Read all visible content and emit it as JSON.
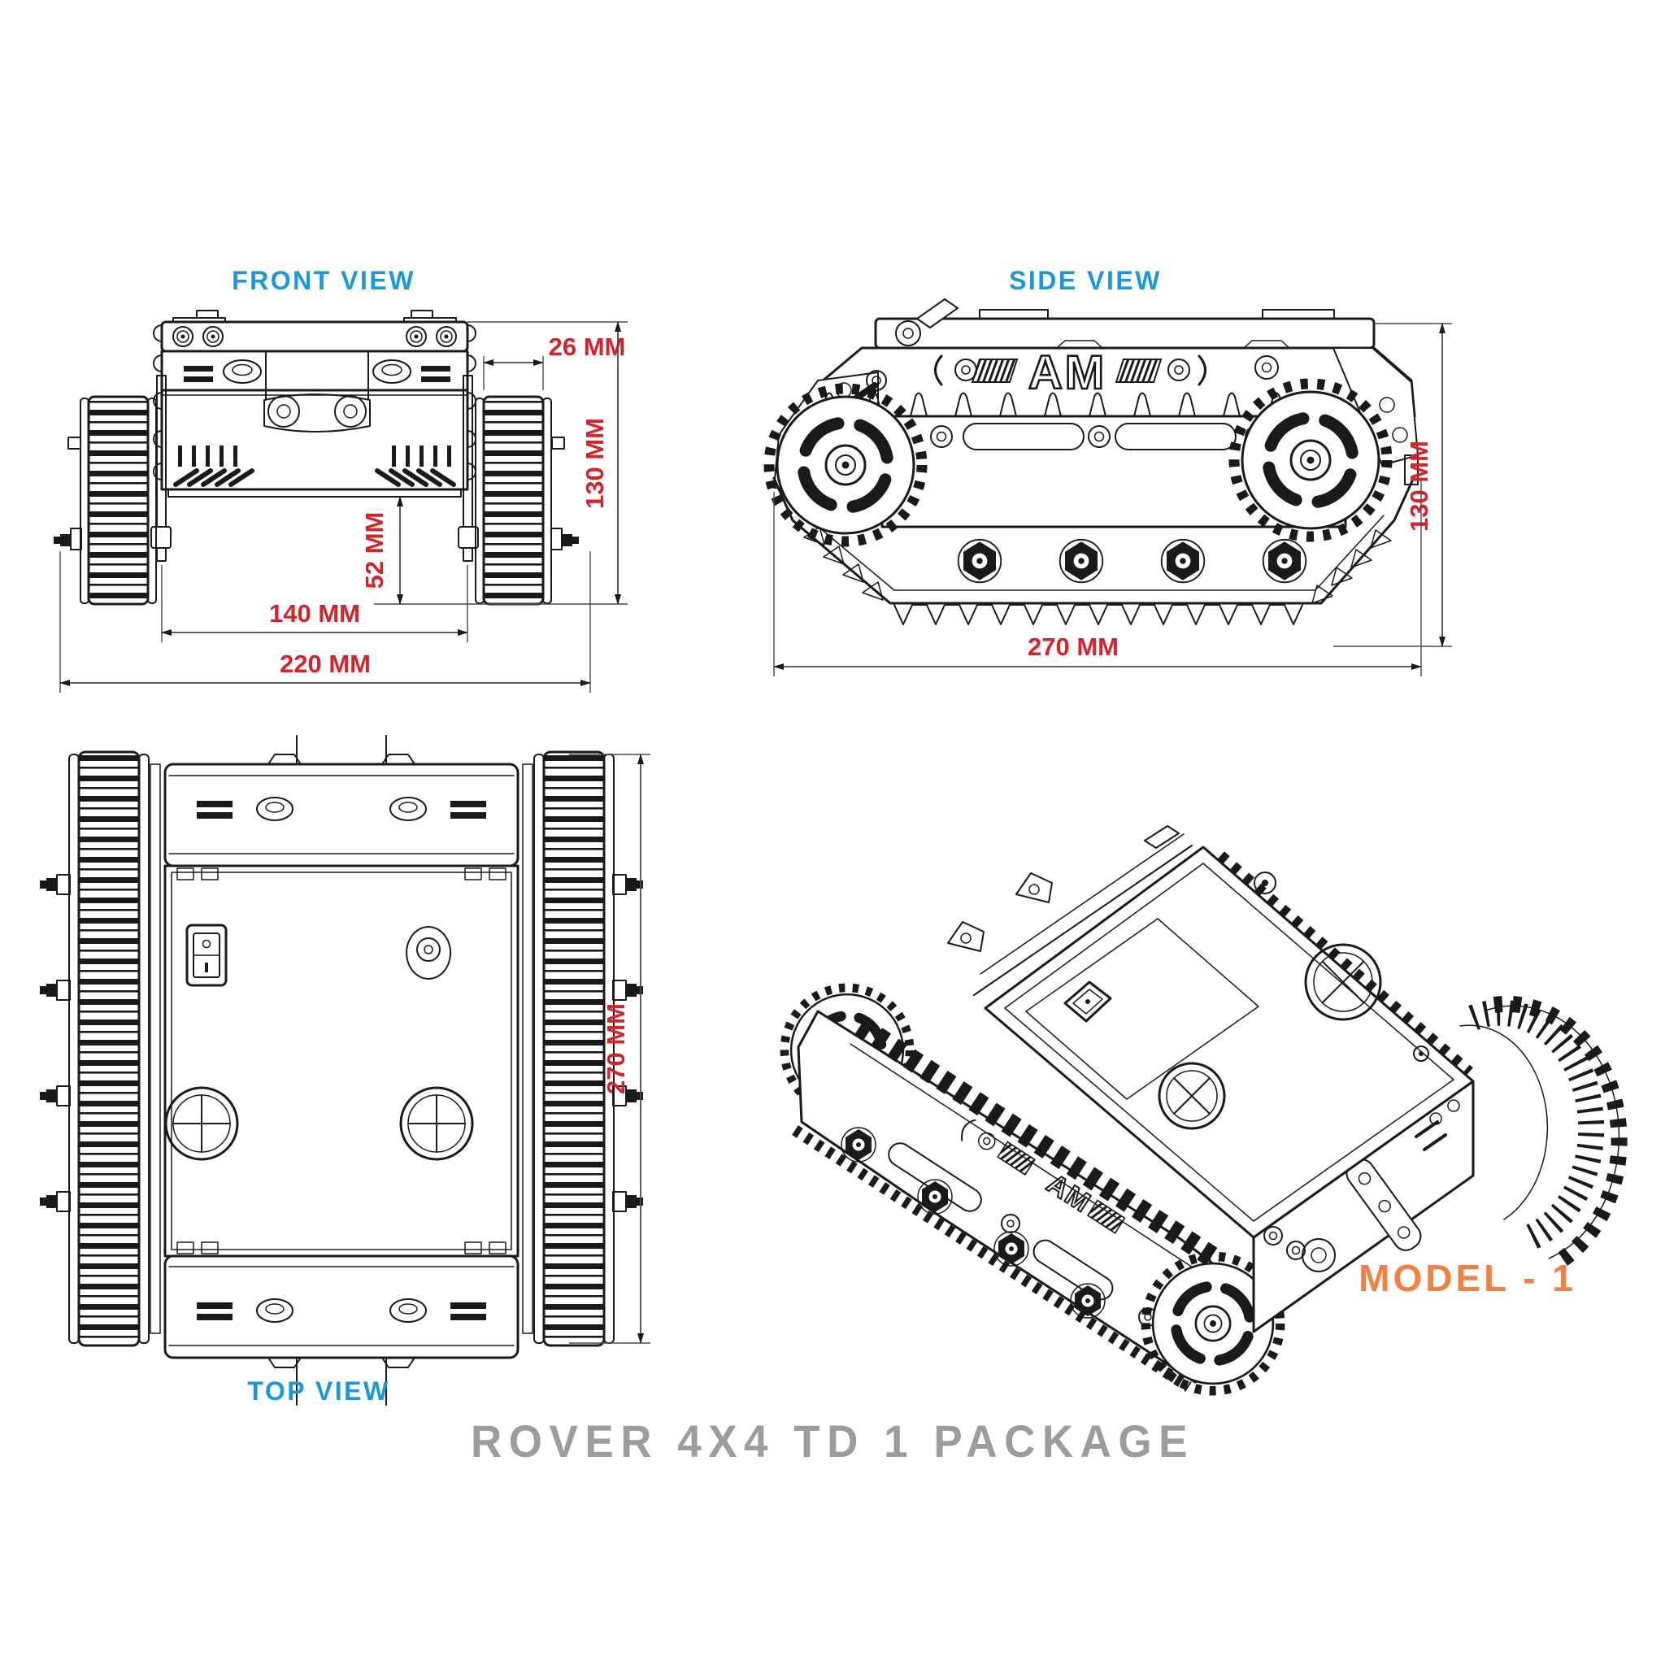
{
  "colors": {
    "line": "#1a1a1a",
    "label_blue": "#1b97db",
    "dim_red": "#d6232a",
    "model_orange": "#f08142",
    "title_gray": "#9c9c9e"
  },
  "title": "ROVER 4X4 TD 1 PACKAGE",
  "brand_logo": "AM",
  "views": {
    "front": {
      "label": "FRONT VIEW",
      "dims": {
        "track_width": "26 MM",
        "overall_height": "130 MM",
        "clearance": "52 MM",
        "inner_width": "140 MM",
        "overall_width": "220 MM"
      }
    },
    "side": {
      "label": "SIDE VIEW",
      "dims": {
        "overall_height": "130 MM",
        "overall_length": "270 MM"
      }
    },
    "top": {
      "label": "TOP VIEW",
      "dims": {
        "overall_length": "270 MM"
      }
    },
    "isometric": {
      "label": "MODEL - 1"
    }
  }
}
